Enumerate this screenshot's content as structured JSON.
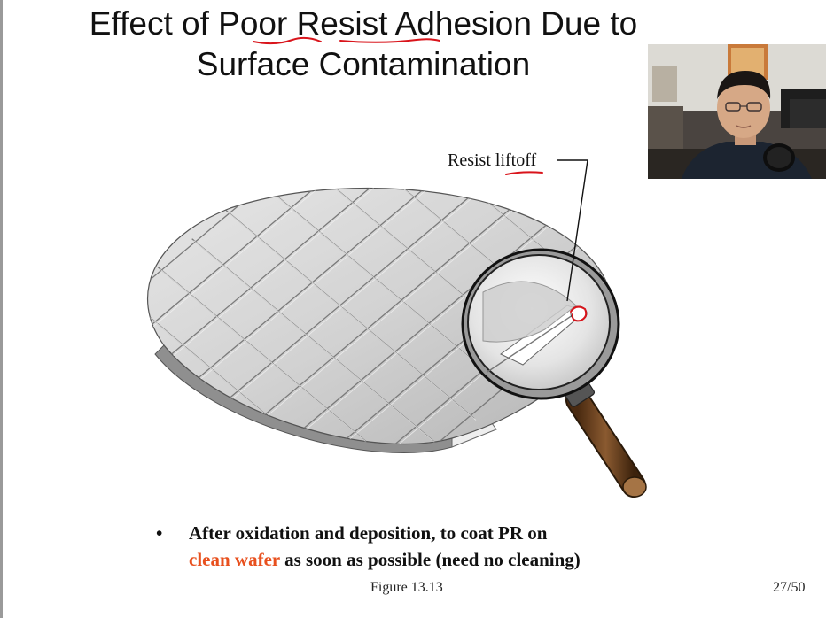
{
  "slide": {
    "title_line1": "Effect of Poor Resist Adhesion Due to",
    "title_line2": "Surface Contamination",
    "callout": "Resist liftoff",
    "bullet": {
      "symbol": "•",
      "text_before": "After oxidation and deposition, to coat PR on",
      "highlight": "clean wafer",
      "text_after": " as soon as possible (need no cleaning)"
    },
    "figure_caption": "Figure 13.13",
    "page_number": "27/50"
  },
  "colors": {
    "accent": "#e8501e",
    "annotation_red": "#d9141b",
    "magnifier_handle": "#7a4a22"
  },
  "icons": {
    "figure": "wafer-magnifier-illustration",
    "webcam": "presenter-webcam-feed"
  }
}
